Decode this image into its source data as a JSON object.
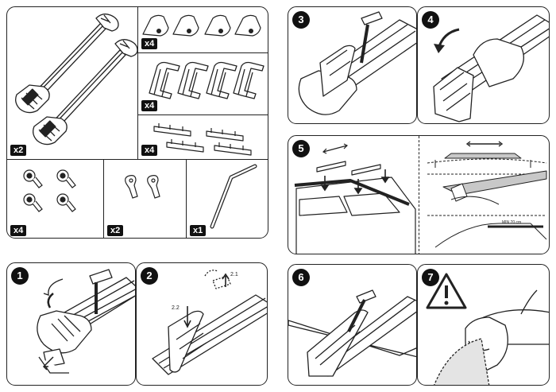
{
  "parts": {
    "bars_qty": "x2",
    "covers_qty": "x4",
    "clamps_qty": "x4",
    "pads_qty": "x4",
    "bolts_qty": "x4",
    "keys_qty": "x2",
    "tool_qty": "x1"
  },
  "steps": {
    "s1": "1",
    "s2": "2",
    "s2_label_a": "2.1",
    "s2_label_b": "2.2",
    "s3": "3",
    "s4": "4",
    "s5": "5",
    "s5_dim": "MIN 70 cm",
    "s6": "6",
    "s7": "7"
  },
  "colors": {
    "line": "#222222",
    "tag": "#111111",
    "shade": "#c8c8c8"
  }
}
